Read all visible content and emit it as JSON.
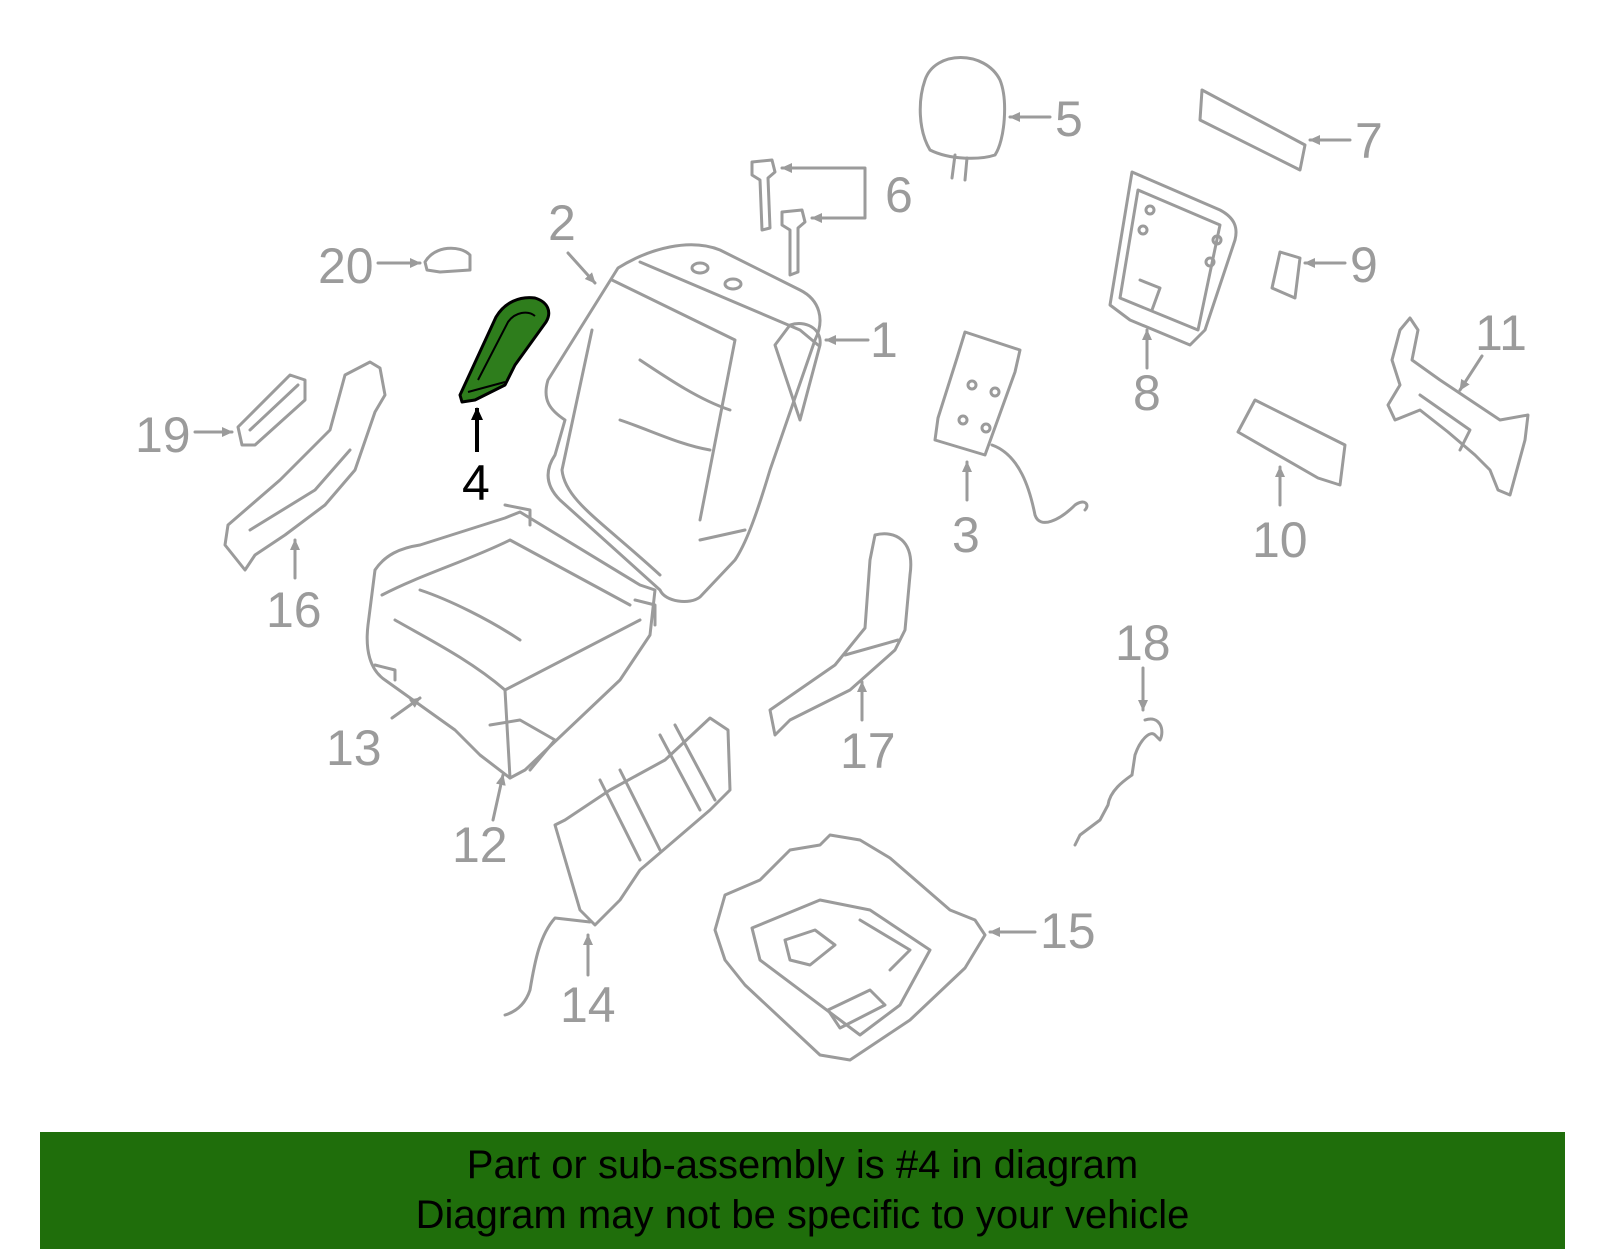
{
  "colors": {
    "line_gray": "#9b9b9b",
    "highlight_fill": "#2e7d1c",
    "highlight_stroke": "#000000",
    "banner_bg": "#1f6e0b",
    "text_black": "#000000"
  },
  "highlighted_part": "4",
  "callouts": [
    "1",
    "2",
    "3",
    "4",
    "5",
    "6",
    "7",
    "8",
    "9",
    "10",
    "11",
    "12",
    "13",
    "14",
    "15",
    "16",
    "17",
    "18",
    "19",
    "20"
  ],
  "banner": {
    "line1": "Part or sub-assembly is #4 in diagram",
    "line2": "Diagram may not be specific to your vehicle"
  }
}
